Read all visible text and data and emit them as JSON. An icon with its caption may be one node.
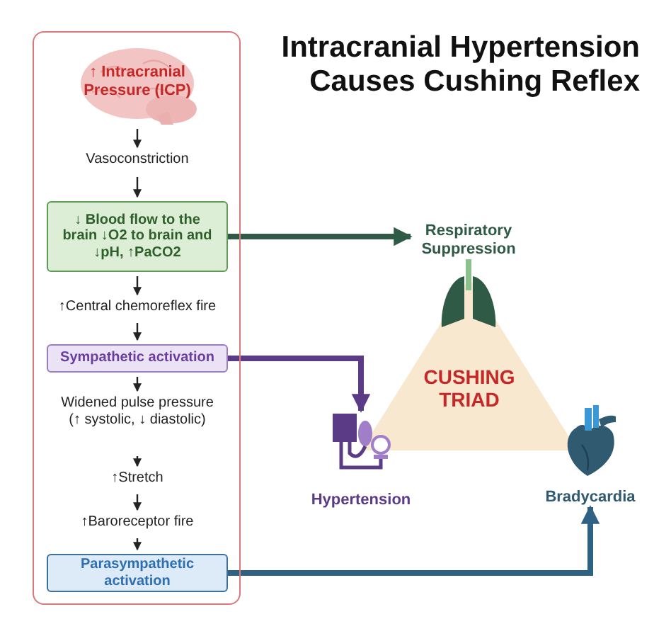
{
  "diagram": {
    "title": "Intracranial Hypertension Causes Cushing Reflex",
    "nodes": [
      {
        "text": [],
        "shape": "box"
      },
      {
        "text": [
          "↑ Intracranial Pressure (ICP)"
        ],
        "in": 0
      },
      {
        "text": [
          "Vasoconstriction"
        ],
        "in": 0
      },
      {
        "text": [
          "↓ Blood flow to the brain ↓O2 to brain and ↓pH, ↑PaCO2"
        ],
        "in": 0
      },
      {
        "text": [
          "↑Central chemoreflex fire"
        ],
        "in": 0
      },
      {
        "text": [
          "Sympathetic activation"
        ],
        "in": 0
      },
      {
        "text": [
          "Widened pulse pressure (↑ systolic, ↓ diastolic)"
        ],
        "in": 0
      },
      {
        "text": [
          "↑Stretch"
        ],
        "in": 0
      },
      {
        "text": [
          "↑Baroreceptor fire"
        ],
        "in": 0
      },
      {
        "text": [
          "Parasympathetic activation"
        ],
        "in": 0
      },
      {
        "text": [
          "Respiratory Suppression"
        ]
      },
      {
        "text": [
          "Hypertension"
        ]
      },
      {
        "text": [
          "Bradycardia"
        ]
      },
      {
        "text": [
          "CUSHING TRIAD"
        ]
      }
    ],
    "edges": [
      {
        "from": 1,
        "to": 2,
        "arrow": "to"
      },
      {
        "from": 2,
        "to": 3,
        "arrow": "to"
      },
      {
        "from": 3,
        "to": 4,
        "arrow": "to"
      },
      {
        "from": 4,
        "to": 5,
        "arrow": "to"
      },
      {
        "from": 5,
        "to": 6,
        "arrow": "to"
      },
      {
        "from": 6,
        "to": 7,
        "arrow": "to"
      },
      {
        "from": 7,
        "to": 8,
        "arrow": "to"
      },
      {
        "from": 8,
        "to": 9,
        "arrow": "to"
      },
      {
        "from": 3,
        "to": 10,
        "arrow": "to",
        "style": "thick",
        "color": "#2f5a45"
      },
      {
        "from": 5,
        "to": 11,
        "arrow": "to",
        "style": "thick",
        "color": "#5b3a86"
      },
      {
        "from": 9,
        "to": 12,
        "arrow": "to",
        "style": "thick",
        "color": "#2f6282"
      }
    ]
  }
}
